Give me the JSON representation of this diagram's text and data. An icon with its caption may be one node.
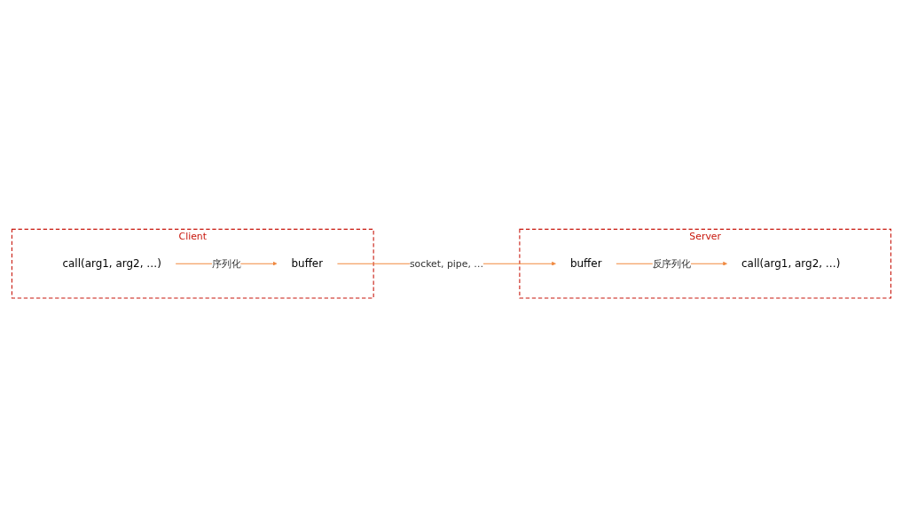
{
  "diagram": {
    "nodes": [
      {
        "text": [
          "Client"
        ]
      },
      {
        "text": [
          "call(arg1, arg2, …)"
        ],
        "in": 0
      },
      {
        "text": [
          "buffer"
        ],
        "in": 0
      },
      {
        "text": [
          "Server"
        ]
      },
      {
        "text": [
          "call(arg1, arg2, …)"
        ],
        "in": 3
      },
      {
        "text": [
          "buffer"
        ],
        "in": 3
      }
    ],
    "edges": [
      {
        "from": 1,
        "to": 2,
        "arrow": "to",
        "label": "序列化"
      },
      {
        "from": 2,
        "to": 5,
        "arrow": "to",
        "label": "socket, pipe, …"
      },
      {
        "from": 5,
        "to": 4,
        "arrow": "to",
        "label": "反序列化"
      }
    ]
  }
}
